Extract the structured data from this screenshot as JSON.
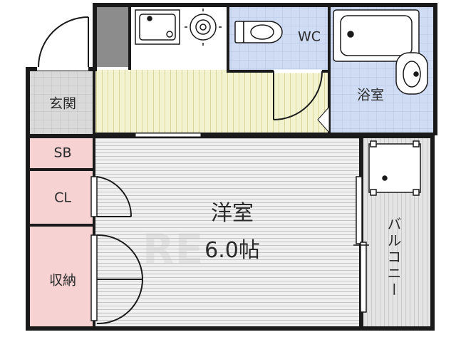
{
  "floorplan": {
    "rooms": {
      "genkan": "玄関",
      "sb": "SB",
      "cl": "CL",
      "storage": "収納",
      "bath": "浴室",
      "wc": "WC",
      "main_room": "洋室",
      "main_room_size": "6.0帖",
      "balcony": "バルコニー"
    },
    "colors": {
      "wall": "#1a1a1a",
      "kitchen_floor": "#f4f3cf",
      "wet_area": "#cfdcf3",
      "closets": "#f6d2d2",
      "genkan": "#d9d9d9",
      "living": "#f0f0f0",
      "balcony": "#e4e4e4",
      "pillar": "#8c8c8c"
    },
    "watermark": "RE"
  }
}
